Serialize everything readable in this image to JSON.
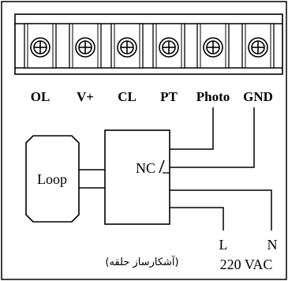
{
  "terminals": [
    "OL",
    "V+",
    "CL",
    "PT",
    "Photo",
    "GND"
  ],
  "modules": {
    "loop_label": "Loop",
    "contact_label": "NC"
  },
  "power": {
    "line_label": "L",
    "neutral_label": "N",
    "voltage_label": "220 VAC"
  },
  "caption": "(آشکارساز حلقه)"
}
